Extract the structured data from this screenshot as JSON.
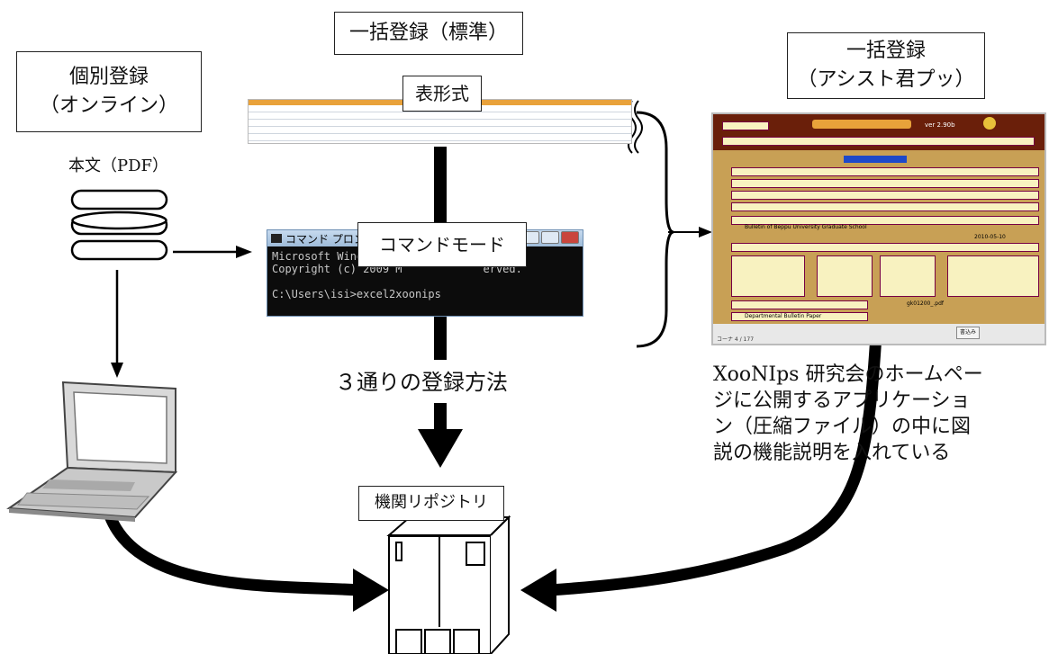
{
  "boxes": {
    "online_title_1": "個別登録",
    "online_title_2": "（オンライン）",
    "standard_title": "一括登録（標準）",
    "assist_title_1": "一括登録",
    "assist_title_2": "（アシスト君プッ）",
    "table_format": "表形式",
    "command_mode": "コマンドモード",
    "repository": "機関リポジトリ"
  },
  "labels": {
    "body_pdf": "本文（PDF）",
    "three_methods": "３通りの登録方法",
    "note_lines": [
      "XooNIps 研究会のホームペー",
      "ジに公開するアプリケーショ",
      "ン（圧縮ファイル）の中に図",
      "説の機能説明を入れている"
    ]
  },
  "command_prompt": {
    "title": "コマンド プロンプト",
    "line1": "Microsoft Windows [",
    "line2": "Copyright (c) 2009 M",
    "line2_end": "erved.",
    "line3": "C:\\Users\\isi>excel2xoonips"
  },
  "assist_app": {
    "version": "ver 2.90b",
    "journal": "Bulletin of Beppu University Graduate School",
    "genre": "Departmental Bulletin Paper",
    "date": "2010-05-10",
    "pdf": "gk01200_.pdf",
    "save_button": "書込み",
    "status": "コーナ 4 / 177"
  }
}
